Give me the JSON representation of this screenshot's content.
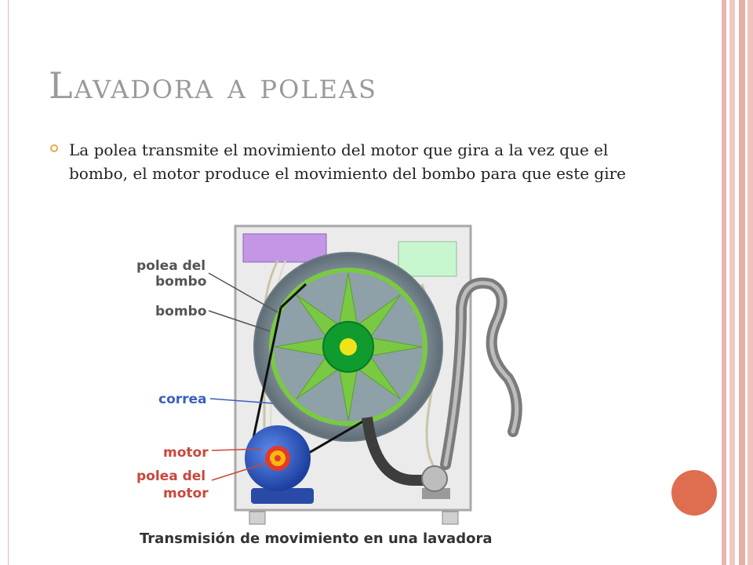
{
  "slide": {
    "title": "Lavadora a poleas",
    "bullet": "La polea transmite el movimiento del motor que gira a la vez que el bombo, el motor produce el movimiento del bombo para que este gire"
  },
  "diagram": {
    "labels": {
      "polea_bombo_1": "polea del",
      "polea_bombo_2": "bombo",
      "bombo": "bombo",
      "correa": "correa",
      "motor": "motor",
      "polea_motor_1": "polea del",
      "polea_motor_2": "motor"
    },
    "caption": "Transmisión de movimiento en una lavadora"
  },
  "colors": {
    "title": "#9a9a9a",
    "bullet_marker": "#e8a94e",
    "accent_circle": "#df6d50",
    "frame": "#e8b4ae",
    "label_dark": "#555555",
    "label_blue": "#3a5fc0",
    "label_red": "#c8483c",
    "wheel_green": "#7ac943",
    "motor_blue": "#2e5fd1"
  }
}
